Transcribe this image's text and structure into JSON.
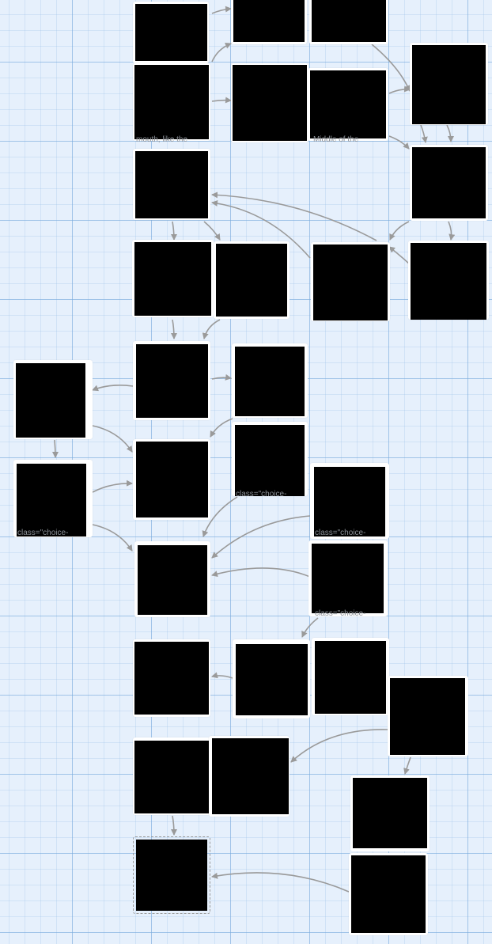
{
  "canvas": {
    "background": "#e6f0fc",
    "node_fill": "#000000",
    "card_color": "#ffffff",
    "connector_color": "#9a9a9a"
  },
  "captions": [
    "mouth, like the",
    "Middle of the",
    "class=\"choice-",
    "class=\"choice-",
    "class=\"choice-",
    "class=\"choice-"
  ]
}
